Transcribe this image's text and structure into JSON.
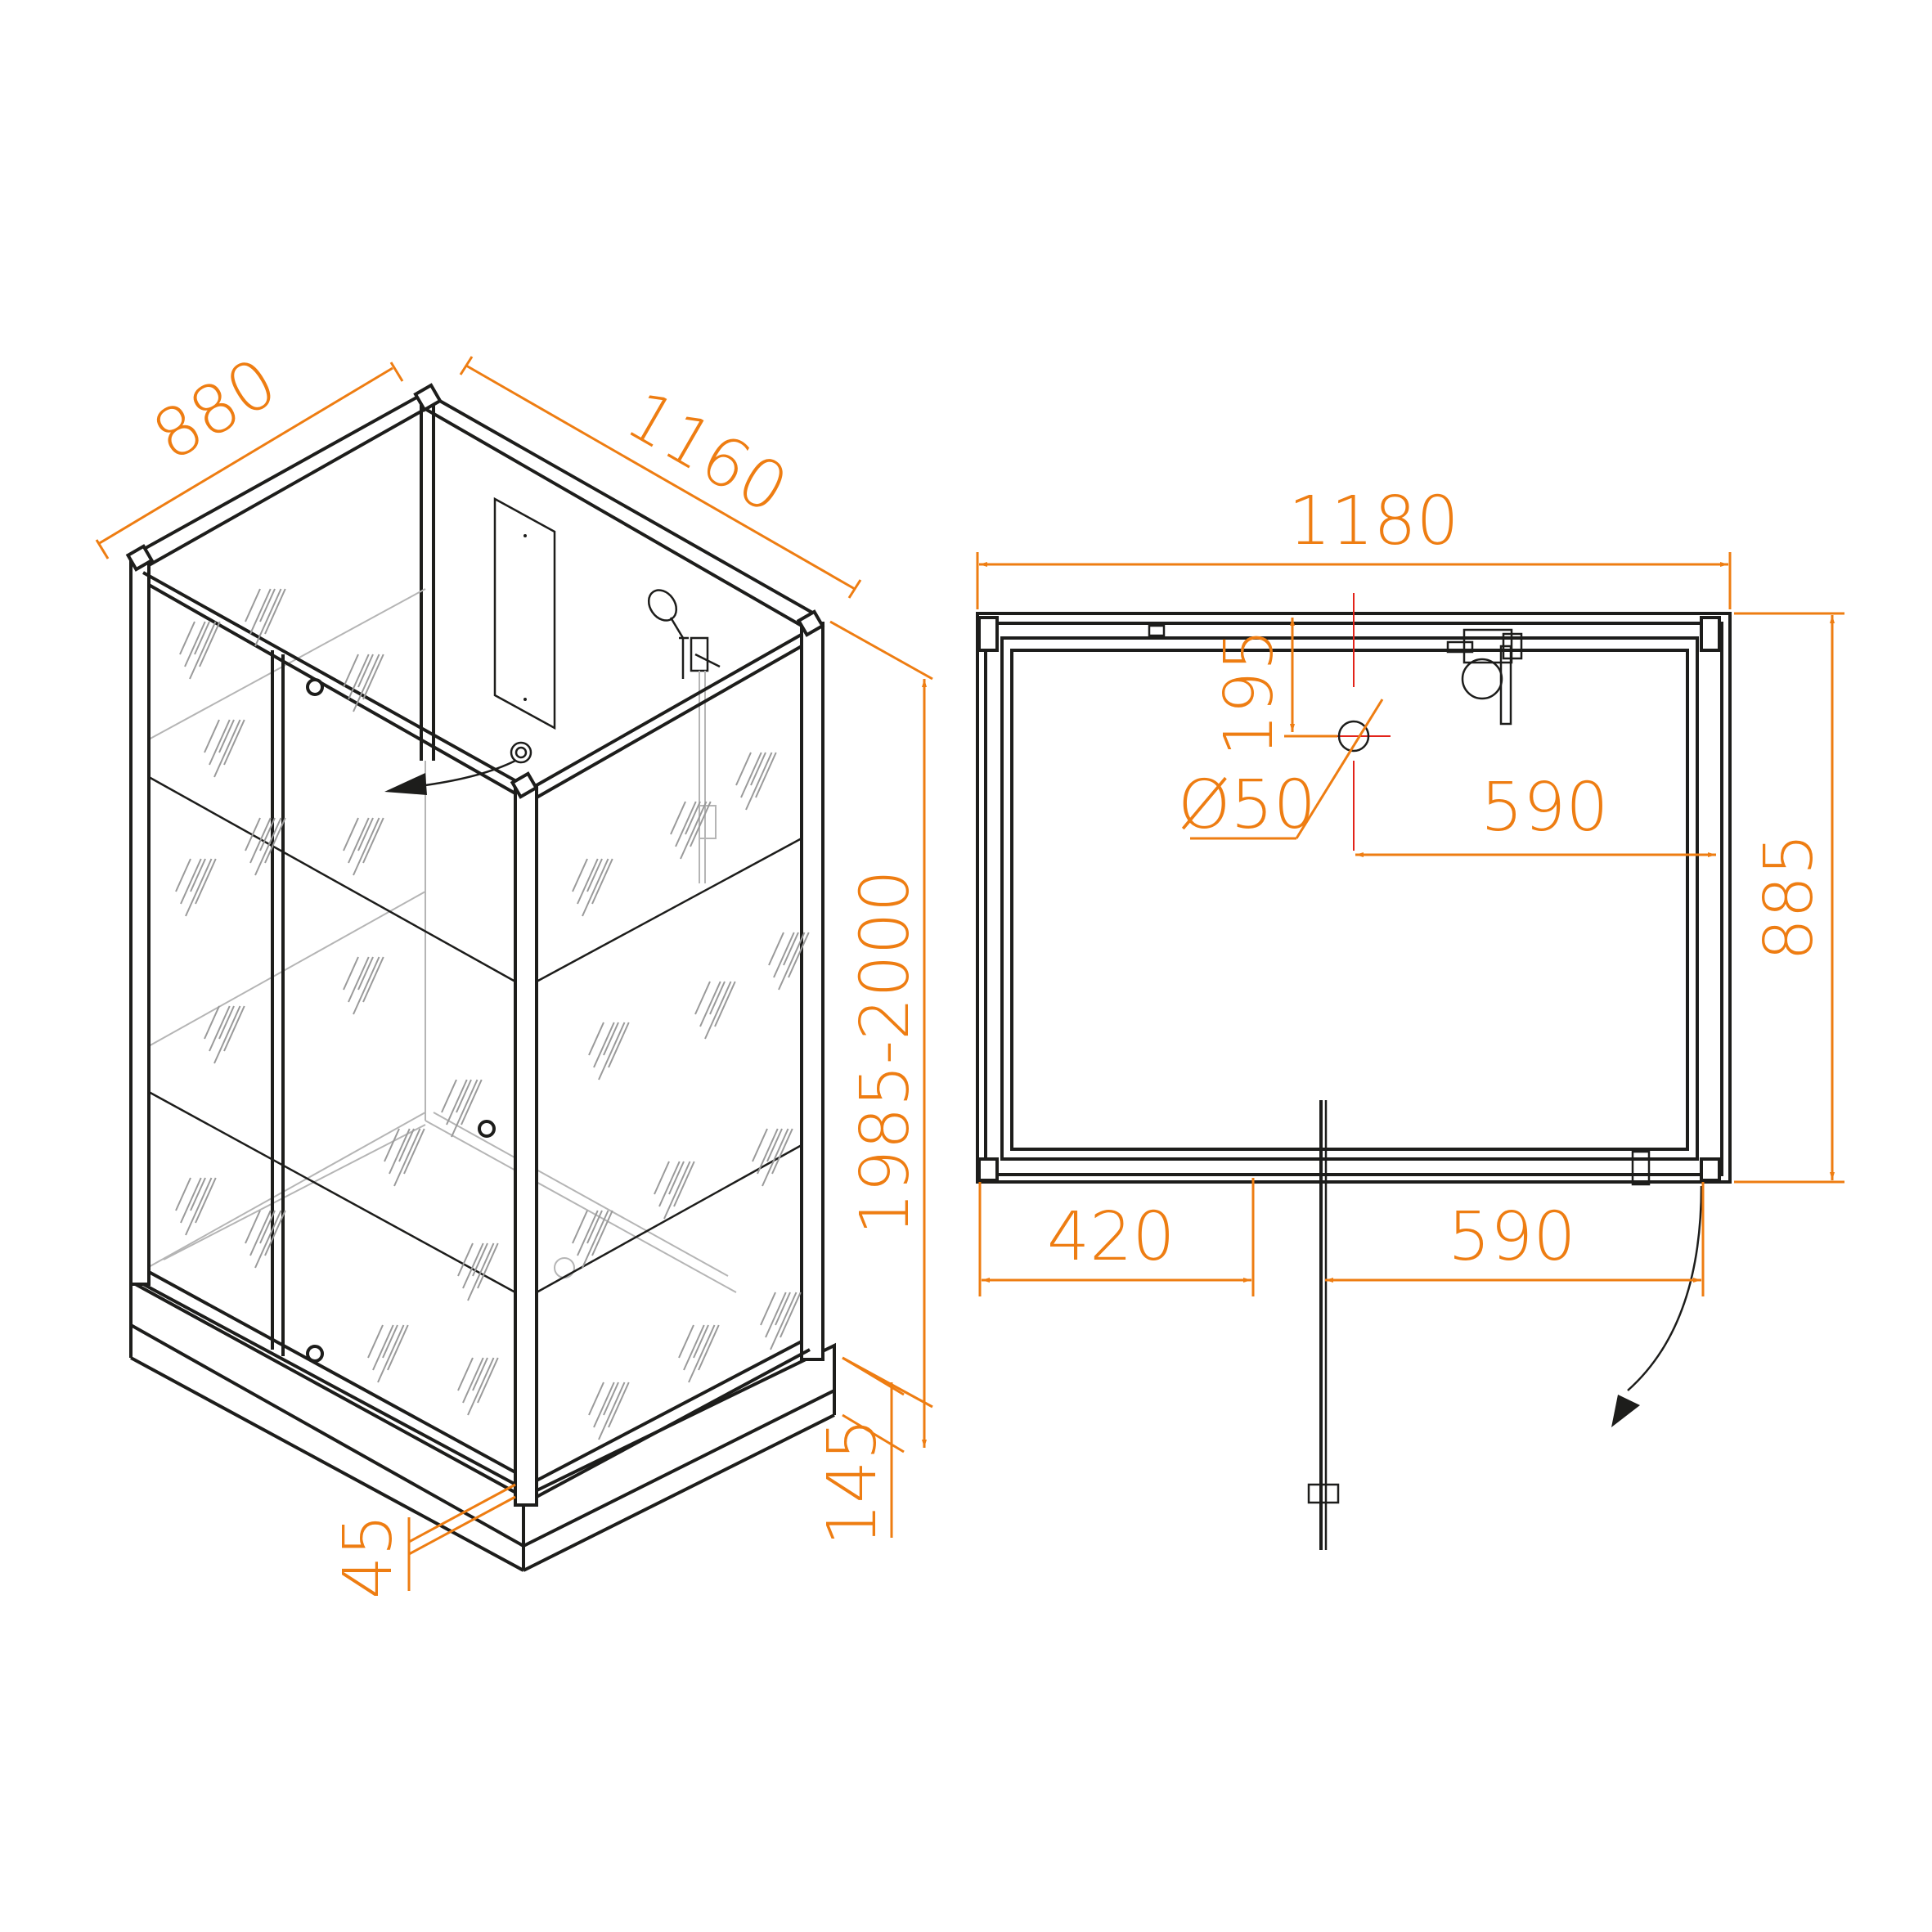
{
  "colors": {
    "dimension": "#ee7d12",
    "outline": "#1d1d1b",
    "ghost": "#b5b5b5",
    "axis": "#e2231a",
    "background": "#ffffff"
  },
  "perspective_view": {
    "dimensions": {
      "depth": "880",
      "width": "1160",
      "height": "1985-2000",
      "tray_height": "145",
      "threshold": "45"
    }
  },
  "plan_view": {
    "dimensions": {
      "overall_width": "1180",
      "overall_depth": "885",
      "drain_offset_y": "195",
      "drain_diameter": "Ø50",
      "drain_offset_x": "590",
      "door_left": "420",
      "door_right": "590"
    }
  },
  "icons": [
    "shower-head-icon",
    "mixer-icon",
    "drain-icon",
    "door-swing-arrow-icon"
  ]
}
